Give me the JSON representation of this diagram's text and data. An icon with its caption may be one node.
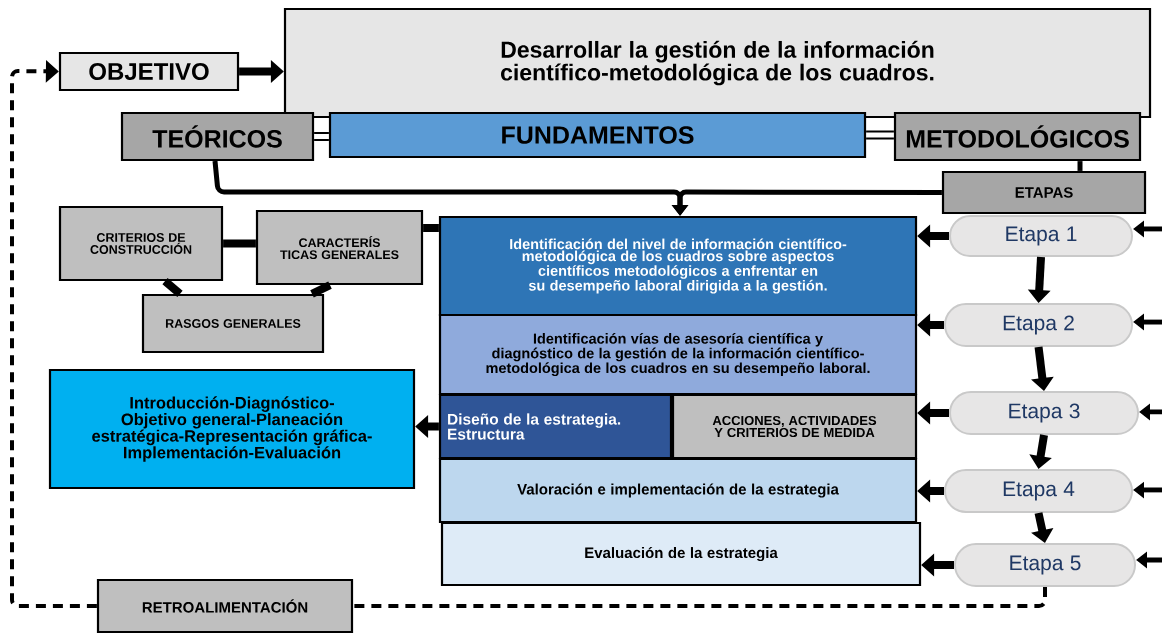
{
  "diagram": {
    "nodes": [
      {
        "text": [
          "OBJETIVO"
        ]
      },
      {
        "text": [
          "Desarrollar la gestión de la información científico-metodológica de los cuadros."
        ]
      },
      {
        "text": [
          "TEÓRICOS"
        ]
      },
      {
        "text": [
          "FUNDAMENTOS"
        ]
      },
      {
        "text": [
          "METODOLÓGICOS"
        ]
      },
      {
        "text": [
          "ETAPAS"
        ]
      },
      {
        "text": [
          "CRITERIOS DE CONSTRUCCIÓN"
        ]
      },
      {
        "text": [
          "CARACTERÍS TICAS GENERALES"
        ]
      },
      {
        "text": [
          "RASGOS GENERALES"
        ]
      },
      {
        "text": [
          "Identificación del nivel de información científico-metodológica de los cuadros sobre aspectos científicos metodológicos a enfrentar en su desempeño laboral dirigida a la gestión."
        ]
      },
      {
        "text": [
          "Identificación vías de asesoría científica y diagnóstico de la gestión de la información científico-metodológica de los cuadros en su desempeño laboral."
        ]
      },
      {
        "text": [
          "Diseño de la estrategia. Estructura"
        ]
      },
      {
        "text": [
          "ACCIONES, ACTIVIDADES Y CRITERIOS DE MEDIDA"
        ]
      },
      {
        "text": [
          "Valoración e implementación de la estrategia"
        ]
      },
      {
        "text": [
          "Evaluación de la estrategia"
        ]
      },
      {
        "text": [
          "Introducción-Diagnóstico-Objetivo general-Planeación estratégica-Representación gráfica-Implementación-Evaluación"
        ]
      },
      {
        "text": [
          "Etapa 1"
        ]
      },
      {
        "text": [
          "Etapa 2"
        ]
      },
      {
        "text": [
          "Etapa 3"
        ]
      },
      {
        "text": [
          "Etapa 4"
        ]
      },
      {
        "text": [
          "Etapa 5"
        ]
      },
      {
        "text": [
          "RETROALIMENTACIÓN"
        ]
      }
    ],
    "edges": [
      {
        "from": 21,
        "to": 0,
        "arrow": "to",
        "style": "dashed"
      },
      {
        "from": 20,
        "to": 21,
        "arrow": "none",
        "style": "dashed"
      },
      {
        "from": 0,
        "to": 1,
        "arrow": "to"
      },
      {
        "from": 2,
        "to": 3,
        "arrow": "none"
      },
      {
        "from": 3,
        "to": 4,
        "arrow": "none"
      },
      {
        "from": 4,
        "to": 5,
        "arrow": "none"
      },
      {
        "from": 2,
        "to": 9,
        "arrow": "to"
      },
      {
        "from": 5,
        "to": 9,
        "arrow": "to"
      },
      {
        "from": 6,
        "to": 7,
        "arrow": "none"
      },
      {
        "from": 7,
        "to": 9,
        "arrow": "none"
      },
      {
        "from": 6,
        "to": 8,
        "arrow": "none"
      },
      {
        "from": 7,
        "to": 8,
        "arrow": "none"
      },
      {
        "from": 16,
        "to": 9,
        "arrow": "to"
      },
      {
        "from": 17,
        "to": 10,
        "arrow": "to"
      },
      {
        "from": 18,
        "to": 12,
        "arrow": "to"
      },
      {
        "from": 19,
        "to": 13,
        "arrow": "to"
      },
      {
        "from": 20,
        "to": 14,
        "arrow": "to"
      },
      {
        "from": 16,
        "to": 17,
        "arrow": "to"
      },
      {
        "from": 17,
        "to": 18,
        "arrow": "to"
      },
      {
        "from": 18,
        "to": 19,
        "arrow": "to"
      },
      {
        "from": 19,
        "to": 20,
        "arrow": "to"
      },
      {
        "from": null,
        "to": 16,
        "arrow": "to"
      },
      {
        "from": null,
        "to": 17,
        "arrow": "to"
      },
      {
        "from": null,
        "to": 18,
        "arrow": "to"
      },
      {
        "from": null,
        "to": 19,
        "arrow": "to"
      },
      {
        "from": null,
        "to": 20,
        "arrow": "to"
      },
      {
        "from": 11,
        "to": 15,
        "arrow": "to"
      }
    ]
  }
}
